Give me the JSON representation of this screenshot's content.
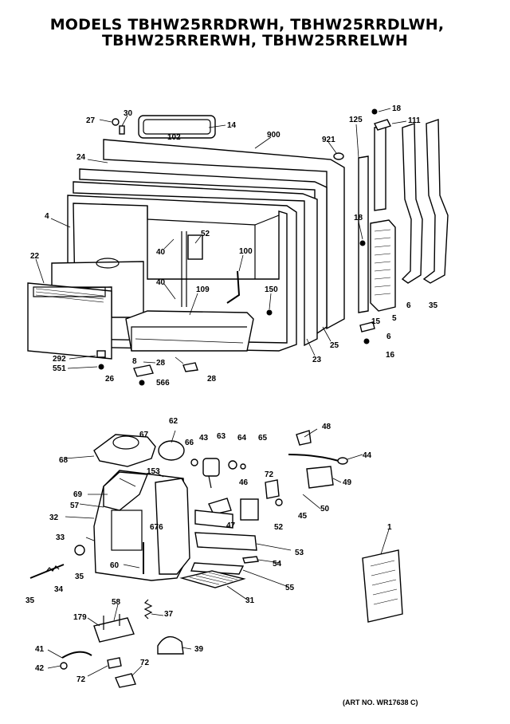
{
  "title_line1": "MODELS TBHW25RRDRWH, TBHW25RRDLWH,",
  "title_line2": "TBHW25RRERWH, TBHW25RRELWH",
  "art_no": "(ART NO. WR17638 C)",
  "callouts": [
    "27",
    "30",
    "14",
    "102",
    "900",
    "921",
    "125",
    "18",
    "111",
    "24",
    "4",
    "52",
    "22",
    "40",
    "100",
    "40",
    "109",
    "150",
    "18",
    "15",
    "6",
    "35",
    "5",
    "25",
    "23",
    "6",
    "16",
    "292",
    "551",
    "8",
    "28",
    "26",
    "566",
    "28",
    "62",
    "67",
    "66",
    "43",
    "63",
    "64",
    "65",
    "48",
    "44",
    "68",
    "153",
    "72",
    "46",
    "49",
    "69",
    "57",
    "32",
    "676",
    "47",
    "52",
    "50",
    "45",
    "33",
    "60",
    "53",
    "35",
    "54",
    "55",
    "34",
    "35",
    "31",
    "58",
    "37",
    "179",
    "39",
    "41",
    "72",
    "42",
    "72",
    "1"
  ]
}
